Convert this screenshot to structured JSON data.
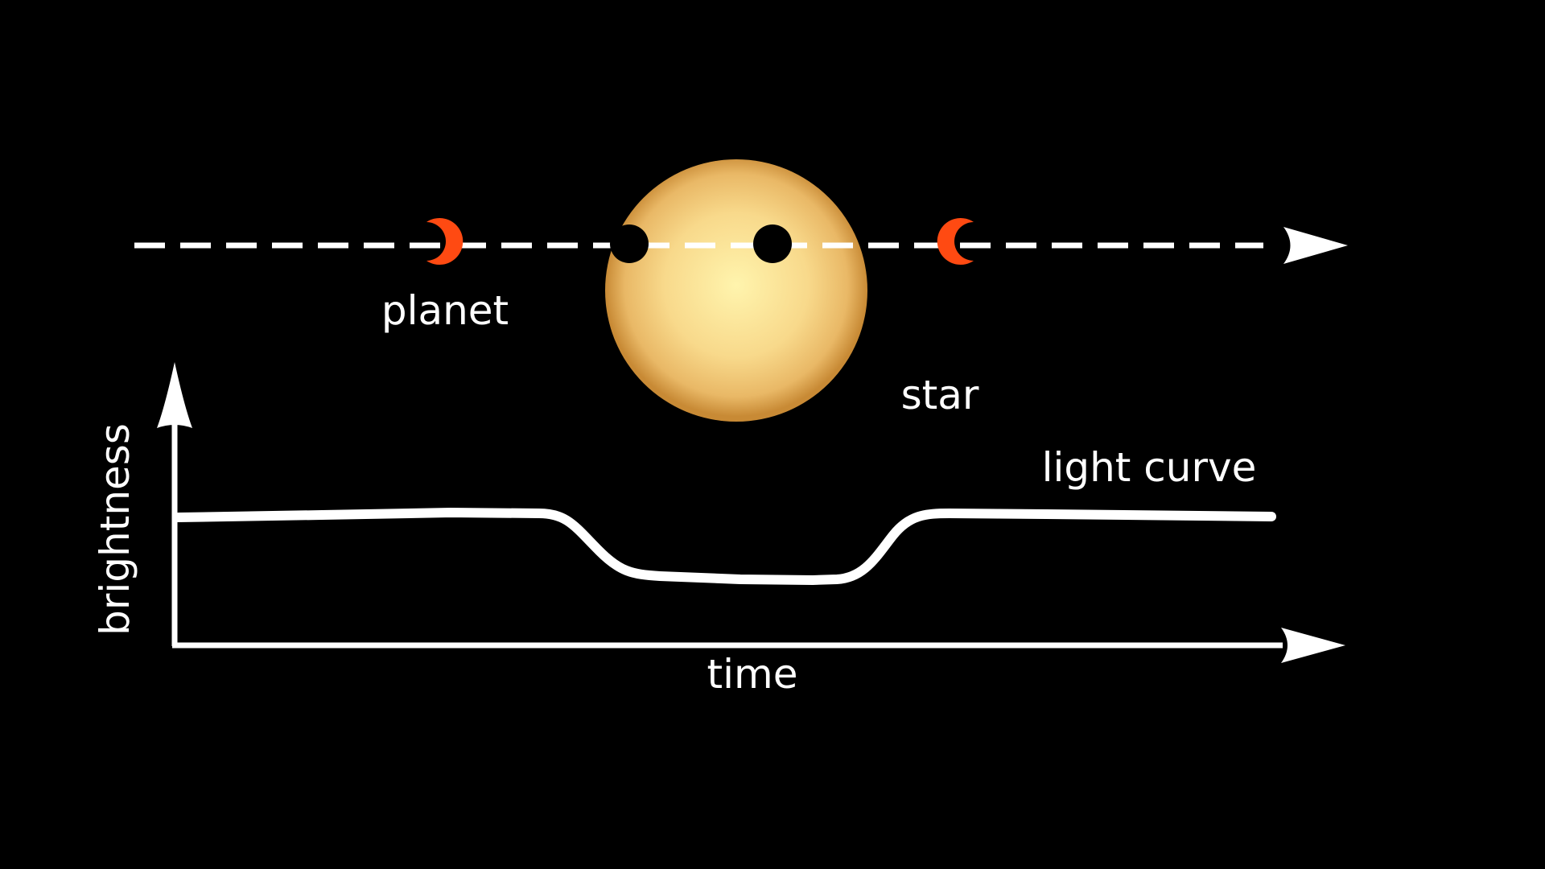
{
  "labels": {
    "planet": "planet",
    "star": "star",
    "light_curve": "light curve",
    "x_axis": "time",
    "y_axis": "brightness"
  },
  "colors": {
    "background": "#000000",
    "foreground": "#ffffff",
    "planet_crescent": "#ff4a12",
    "planet_transit": "#000000",
    "star_center": "#fff2a6",
    "star_edge": "#d29a3a"
  },
  "icons": {
    "orbit_arrow": "arrowhead-right-icon",
    "x_axis_arrow": "arrowhead-right-icon",
    "y_axis_arrow": "arrowhead-up-icon"
  }
}
